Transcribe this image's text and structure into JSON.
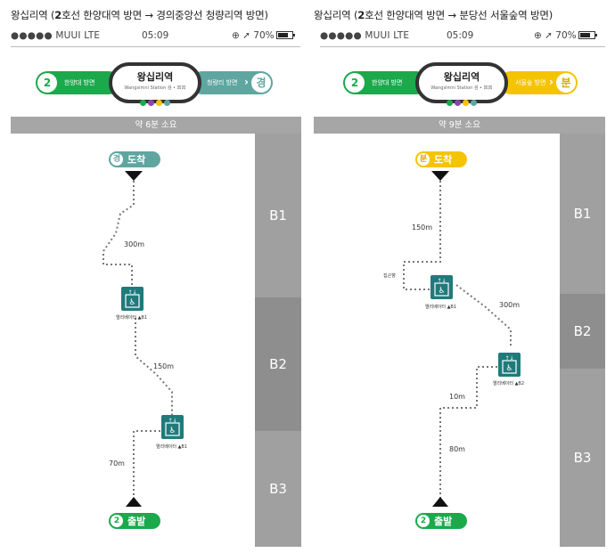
{
  "left": {
    "title_pre": "왕십리역 (",
    "title_bold": "2",
    "title_post": "호선 한양대역 방면 → 경의중앙선 청량리역 방면)",
    "carrier": "●●●●● MUUI LTE",
    "time": "05:09",
    "status_right": "⊕ ➚ 70%",
    "from_line": "2",
    "from_dir": "한양대 방면",
    "to_line": "경",
    "to_dir": "청량리 방면",
    "station_name": "왕십리역",
    "station_en": "Wangsimni Station 검 • 凹凹",
    "duration": "약 6분 소요",
    "floors": [
      "B1",
      "B2",
      "B3"
    ],
    "arrival_line": "경",
    "arrival": "도착",
    "departure_line": "2",
    "departure": "출발",
    "elevator1_label": "엘리베이터 ▲B1",
    "elevator2_label": "엘리베이터 ▲B1",
    "dist1": "300m",
    "dist2": "150m",
    "dist3": "70m",
    "colors": {
      "line2": "#1ba94c",
      "gyeongui": "#5fa6a0",
      "accent": "#1f7b7b"
    }
  },
  "right": {
    "title_pre": "왕십리역 (",
    "title_bold": "2",
    "title_post": "호선 한양대역 방면 → 분당선 서울숲역 방면)",
    "carrier": "●●●●● MUUI LTE",
    "time": "05:09",
    "status_right": "⊕ ➚ 70%",
    "from_line": "2",
    "from_dir": "한양대 방면",
    "to_line": "분",
    "to_dir": "서울숲 방면",
    "station_name": "왕십리역",
    "station_en": "Wangsimni Station 검 • 凹凹",
    "duration": "약 9분 소요",
    "floors": [
      "B1",
      "B2",
      "B3"
    ],
    "arrival_line": "분",
    "arrival": "도착",
    "departure_line": "2",
    "departure": "출발",
    "elevator1_label": "엘리베이터 ▲B1",
    "elevator2_label": "엘리베이터 ▲B2",
    "side_label": "집곤향",
    "dist1": "150m",
    "dist2": "300m",
    "dist3": "10m",
    "dist4": "80m",
    "colors": {
      "line2": "#1ba94c",
      "bundang": "#f5c400",
      "accent": "#1f7b7b"
    }
  }
}
